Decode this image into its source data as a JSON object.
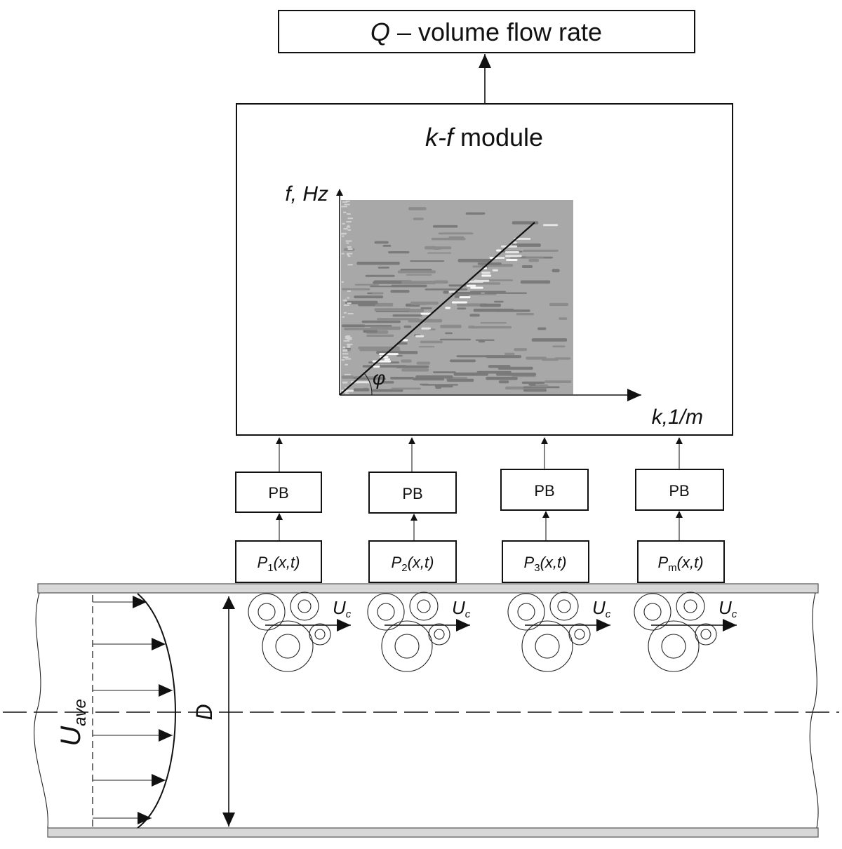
{
  "output_box": {
    "var": "Q",
    "text": " – volume flow rate"
  },
  "module_box": {
    "var": "k-f",
    "text": " module"
  },
  "plot": {
    "y_axis_label": "f, Hz",
    "x_axis_label": "k,1/m",
    "angle_label": "φ"
  },
  "processing_blocks": [
    {
      "label": "PB"
    },
    {
      "label": "PB"
    },
    {
      "label": "PB"
    },
    {
      "label": "PB"
    }
  ],
  "sensors": [
    {
      "p": "P",
      "sub": "1",
      "args": "(x,t)"
    },
    {
      "p": "P",
      "sub": "2",
      "args": "(x,t)"
    },
    {
      "p": "P",
      "sub": "3",
      "args": "(x,t)"
    },
    {
      "p": "P",
      "sub": "m",
      "args": "(x,t)"
    }
  ],
  "convection_label": {
    "u": "U",
    "sub": "c"
  },
  "average_velocity_label": {
    "u": "U",
    "sub": "ave"
  },
  "diameter_label": "D",
  "colors": {
    "stroke": "#111111",
    "spectrum_bg": "#a8a8a8",
    "spectrum_dark": "#6e6e6e",
    "pipe_wall": "#d8d8d8"
  }
}
